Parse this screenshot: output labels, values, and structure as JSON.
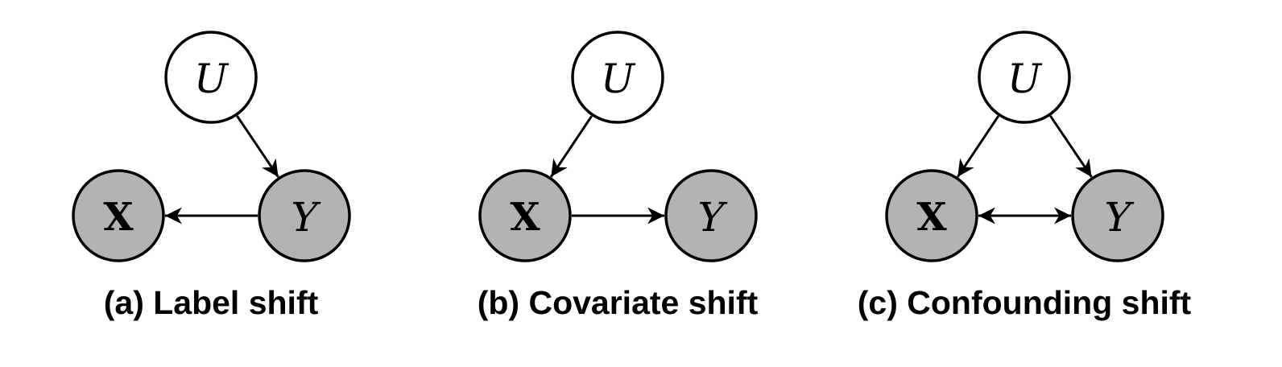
{
  "colors": {
    "observed_fill": "#b3b3b3",
    "latent_fill": "#ffffff",
    "stroke": "#000000"
  },
  "panels": [
    {
      "caption": "(a) Label shift",
      "nodes": [
        {
          "id": "U",
          "label": "U",
          "style": "italic",
          "observed": false
        },
        {
          "id": "X",
          "label": "X",
          "style": "bold",
          "observed": true
        },
        {
          "id": "Y",
          "label": "Y",
          "style": "italic",
          "observed": true
        }
      ],
      "edges": [
        {
          "from": "U",
          "to": "Y",
          "bidirectional": false
        },
        {
          "from": "Y",
          "to": "X",
          "bidirectional": false
        }
      ]
    },
    {
      "caption": "(b) Covariate shift",
      "nodes": [
        {
          "id": "U",
          "label": "U",
          "style": "italic",
          "observed": false
        },
        {
          "id": "X",
          "label": "X",
          "style": "bold",
          "observed": true
        },
        {
          "id": "Y",
          "label": "Y",
          "style": "italic",
          "observed": true
        }
      ],
      "edges": [
        {
          "from": "U",
          "to": "X",
          "bidirectional": false
        },
        {
          "from": "X",
          "to": "Y",
          "bidirectional": false
        }
      ]
    },
    {
      "caption": "(c) Confounding shift",
      "nodes": [
        {
          "id": "U",
          "label": "U",
          "style": "italic",
          "observed": false
        },
        {
          "id": "X",
          "label": "X",
          "style": "bold",
          "observed": true
        },
        {
          "id": "Y",
          "label": "Y",
          "style": "italic",
          "observed": true
        }
      ],
      "edges": [
        {
          "from": "U",
          "to": "X",
          "bidirectional": false
        },
        {
          "from": "U",
          "to": "Y",
          "bidirectional": false
        },
        {
          "from": "X",
          "to": "Y",
          "bidirectional": true
        }
      ]
    }
  ]
}
